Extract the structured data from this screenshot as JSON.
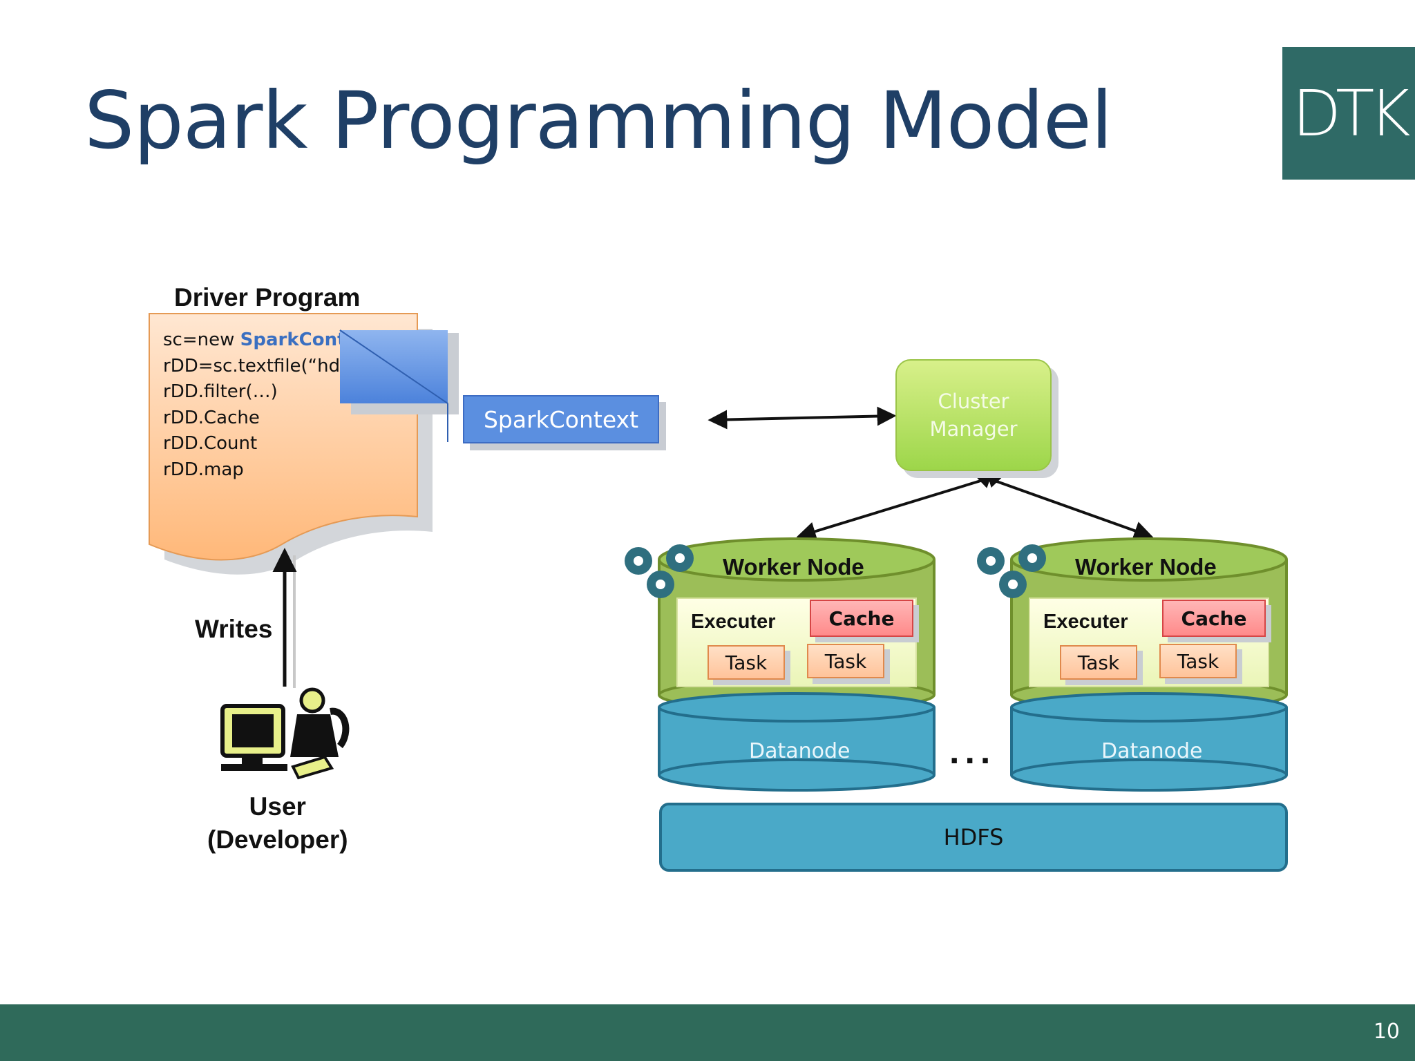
{
  "slide": {
    "title": "Spark Programming Model",
    "logo_text": "DTK",
    "page_number": "10"
  },
  "driver": {
    "title": "Driver Program",
    "code_lines": [
      {
        "prefix": "sc=new ",
        "keyword": "SparkContext"
      },
      {
        "prefix": "rDD=sc.textfile(“hdfs",
        "keyword": ""
      },
      {
        "prefix": "rDD.filter(…)",
        "keyword": ""
      },
      {
        "prefix": "rDD.Cache",
        "keyword": ""
      },
      {
        "prefix": "rDD.Count",
        "keyword": ""
      },
      {
        "prefix": "rDD.map",
        "keyword": ""
      }
    ]
  },
  "spark_context": {
    "label": "SparkContext"
  },
  "cluster_manager": {
    "line1": "Cluster",
    "line2": "Manager"
  },
  "user": {
    "writes_label": "Writes",
    "line1": "User",
    "line2": "(Developer)"
  },
  "workers": [
    {
      "title": "Worker Node",
      "executer": "Executer",
      "cache": "Cache",
      "tasks": [
        "Task",
        "Task"
      ],
      "datanode": "Datanode"
    },
    {
      "title": "Worker Node",
      "executer": "Executer",
      "cache": "Cache",
      "tasks": [
        "Task",
        "Task"
      ],
      "datanode": "Datanode"
    }
  ],
  "ellipsis": "...",
  "hdfs": {
    "label": "HDFS"
  },
  "colors": {
    "title": "#1f3f66",
    "logo_bg": "#2f6a66",
    "footer_bg": "#2f6a5a",
    "worker_green": "#9cbe58",
    "datanode_blue": "#4aa9c8",
    "spark_blue": "#5b8fe0"
  }
}
